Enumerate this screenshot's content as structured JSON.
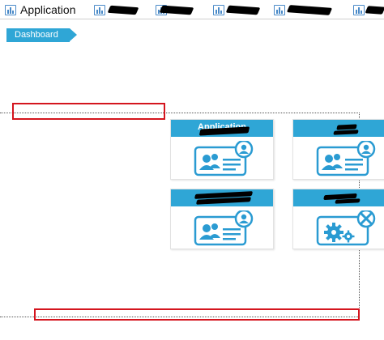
{
  "nav": {
    "items": [
      {
        "label": "Application",
        "icon": "bar-chart-icon"
      },
      {
        "label": "",
        "icon": "bar-chart-icon"
      },
      {
        "label": "",
        "icon": "bar-chart-icon"
      },
      {
        "label": "",
        "icon": "bar-chart-icon"
      },
      {
        "label": "",
        "icon": "bar-chart-icon"
      },
      {
        "label": "",
        "icon": "bar-chart-icon"
      }
    ]
  },
  "breadcrumb": {
    "label": "Dashboard"
  },
  "tiles": [
    {
      "title": "Application",
      "icon": "id-card-user-icon"
    },
    {
      "title": "",
      "icon": "id-card-user-icon"
    },
    {
      "title": "",
      "icon": "id-card-user-icon"
    },
    {
      "title": "",
      "icon": "settings-tools-icon"
    }
  ],
  "colors": {
    "accent": "#2fa6d6",
    "icon_blue": "#2a9bd2",
    "annotation_red": "#d4151e"
  }
}
